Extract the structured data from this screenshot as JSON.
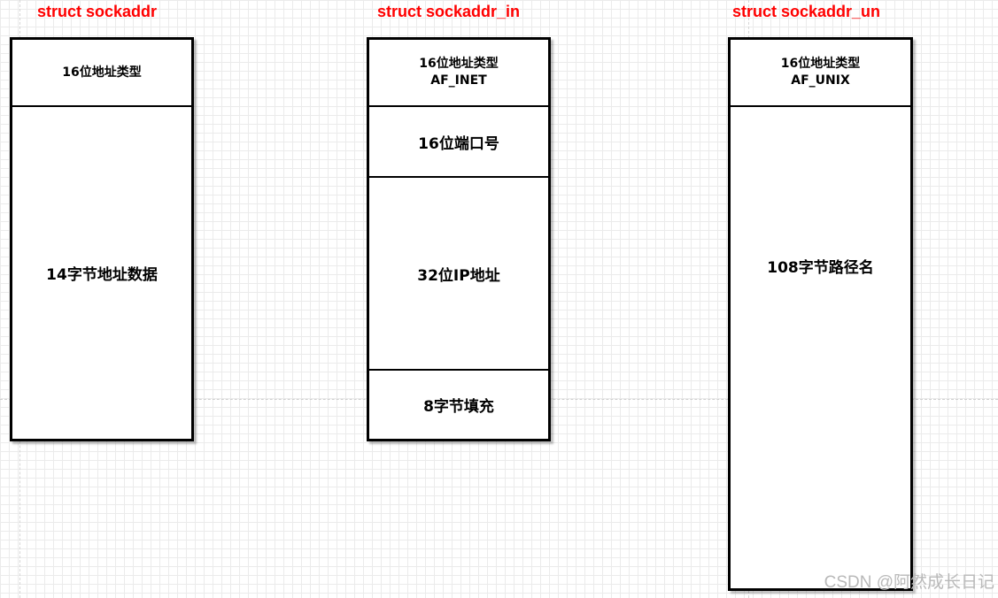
{
  "structs": [
    {
      "title": "struct sockaddr",
      "fields": [
        {
          "lines": [
            "16位地址类型"
          ]
        },
        {
          "lines": [
            "14字节地址数据"
          ]
        }
      ]
    },
    {
      "title": "struct sockaddr_in",
      "fields": [
        {
          "lines": [
            "16位地址类型",
            "AF_INET"
          ]
        },
        {
          "lines": [
            "16位端口号"
          ]
        },
        {
          "lines": [
            "32位IP地址"
          ]
        },
        {
          "lines": [
            "8字节填充"
          ]
        }
      ]
    },
    {
      "title": "struct sockaddr_un",
      "fields": [
        {
          "lines": [
            "16位地址类型",
            "AF_UNIX"
          ]
        },
        {
          "lines": [
            "108字节路径名"
          ]
        }
      ]
    }
  ],
  "watermark": "CSDN @阿然成长日记",
  "colors": {
    "title": "#ff0000",
    "border": "#000000",
    "grid": "#ebebeb",
    "watermark": "#b9b9b9"
  }
}
